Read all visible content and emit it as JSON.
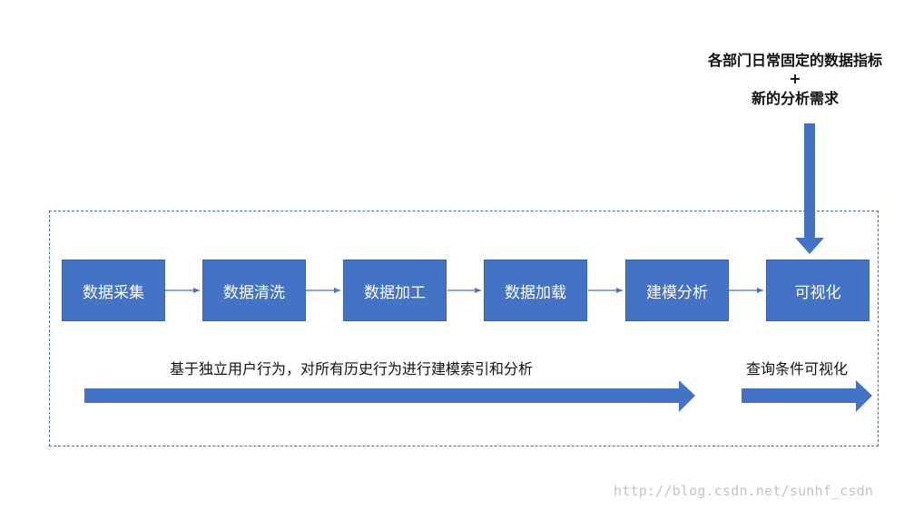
{
  "requirements": {
    "line1": "各部门日常固定的数据指标",
    "plus": "+",
    "line2": "新的分析需求"
  },
  "steps": [
    {
      "label": "数据采集"
    },
    {
      "label": "数据清洗"
    },
    {
      "label": "数据加工"
    },
    {
      "label": "数据加载"
    },
    {
      "label": "建模分析"
    },
    {
      "label": "可视化"
    }
  ],
  "bottom": {
    "left_label": "基于独立用户行为，对所有历史行为进行建模索引和分析",
    "right_label": "查询条件可视化"
  },
  "watermark": "http://blog.csdn.net/sunhf_csdn",
  "colors": {
    "box_fill": "#4472c4",
    "arrow": "#4472c4",
    "frame": "#4a6a9c"
  }
}
